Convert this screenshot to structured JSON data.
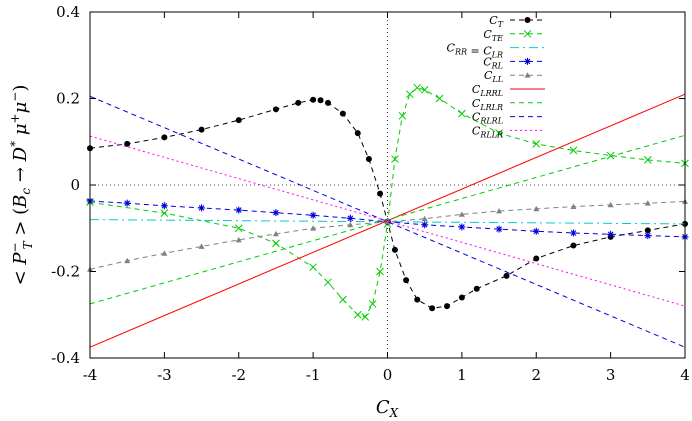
{
  "chart_data": {
    "type": "line",
    "xlabel": "C_X",
    "ylabel": "< P_T^- > (B_c → D* μ+ μ-)",
    "xlim": [
      -4,
      4
    ],
    "ylim": [
      -0.4,
      0.4
    ],
    "x_ticks": [
      "-4",
      "-3",
      "-2",
      "-1",
      "0",
      "1",
      "2",
      "3",
      "4"
    ],
    "y_ticks": [
      "0.4",
      "0.2",
      "0",
      "-0.2",
      "-0.4"
    ],
    "legend_position": "top-right",
    "series": [
      {
        "name": "C_T",
        "color": "#000000",
        "style": "dashed",
        "marker": "circle",
        "x": [
          -4,
          -3.5,
          -3,
          -2.5,
          -2,
          -1.5,
          -1.2,
          -1.0,
          -0.9,
          -0.8,
          -0.6,
          -0.4,
          -0.25,
          -0.1,
          0,
          0.1,
          0.25,
          0.4,
          0.6,
          0.8,
          1.0,
          1.2,
          1.6,
          2.0,
          2.5,
          3.0,
          3.5,
          4.0
        ],
        "y": [
          0.085,
          0.095,
          0.11,
          0.128,
          0.15,
          0.175,
          0.19,
          0.197,
          0.196,
          0.19,
          0.165,
          0.12,
          0.06,
          -0.02,
          -0.085,
          -0.15,
          -0.22,
          -0.265,
          -0.285,
          -0.28,
          -0.26,
          -0.24,
          -0.21,
          -0.17,
          -0.14,
          -0.12,
          -0.105,
          -0.09
        ]
      },
      {
        "name": "C_TE",
        "color": "#00cc00",
        "style": "dashed",
        "marker": "x",
        "x": [
          -4,
          -3,
          -2,
          -1.5,
          -1.0,
          -0.8,
          -0.6,
          -0.4,
          -0.3,
          -0.2,
          -0.1,
          0,
          0.1,
          0.2,
          0.3,
          0.4,
          0.5,
          0.7,
          1.0,
          1.5,
          2,
          2.5,
          3,
          3.5,
          4
        ],
        "y": [
          -0.04,
          -0.065,
          -0.1,
          -0.135,
          -0.19,
          -0.225,
          -0.265,
          -0.3,
          -0.305,
          -0.275,
          -0.2,
          -0.09,
          0.06,
          0.16,
          0.21,
          0.225,
          0.22,
          0.2,
          0.165,
          0.12,
          0.095,
          0.08,
          0.068,
          0.058,
          0.05
        ]
      },
      {
        "name": "C_RR = C_LR",
        "color": "#00cccc",
        "style": "dashdot",
        "marker": "none",
        "x": [
          -4,
          4
        ],
        "y": [
          -0.08,
          -0.09
        ]
      },
      {
        "name": "C_RL",
        "color": "#0000dd",
        "style": "dashed",
        "marker": "star",
        "x": [
          -4,
          -3.5,
          -3,
          -2.5,
          -2,
          -1.5,
          -1,
          -0.5,
          0,
          0.5,
          1,
          1.5,
          2,
          2.5,
          3,
          3.5,
          4
        ],
        "y": [
          -0.037,
          -0.042,
          -0.048,
          -0.053,
          -0.058,
          -0.064,
          -0.07,
          -0.077,
          -0.085,
          -0.092,
          -0.097,
          -0.102,
          -0.107,
          -0.111,
          -0.114,
          -0.117,
          -0.12
        ]
      },
      {
        "name": "C_LL",
        "color": "#808080",
        "style": "dashed",
        "marker": "triangle",
        "x": [
          -4,
          -3.5,
          -3,
          -2.5,
          -2,
          -1.5,
          -1,
          -0.5,
          0,
          0.5,
          1,
          1.5,
          2,
          2.5,
          3,
          3.5,
          4
        ],
        "y": [
          -0.195,
          -0.175,
          -0.158,
          -0.142,
          -0.127,
          -0.113,
          -0.1,
          -0.092,
          -0.085,
          -0.078,
          -0.068,
          -0.06,
          -0.055,
          -0.05,
          -0.046,
          -0.042,
          -0.038
        ]
      },
      {
        "name": "C_LRRL",
        "color": "#ff0000",
        "style": "solid",
        "marker": "none",
        "x": [
          -4,
          4
        ],
        "y": [
          -0.375,
          0.21
        ]
      },
      {
        "name": "C_LRLR",
        "color": "#00cc00",
        "style": "dashed",
        "marker": "none",
        "x": [
          -4,
          4
        ],
        "y": [
          -0.275,
          0.115
        ]
      },
      {
        "name": "C_RLRL",
        "color": "#0000dd",
        "style": "dashed",
        "marker": "none",
        "x": [
          -4,
          4
        ],
        "y": [
          0.205,
          -0.375
        ]
      },
      {
        "name": "C_RLLR",
        "color": "#ff00ff",
        "style": "dotted",
        "marker": "none",
        "x": [
          -4,
          4
        ],
        "y": [
          0.113,
          -0.28
        ]
      }
    ]
  }
}
